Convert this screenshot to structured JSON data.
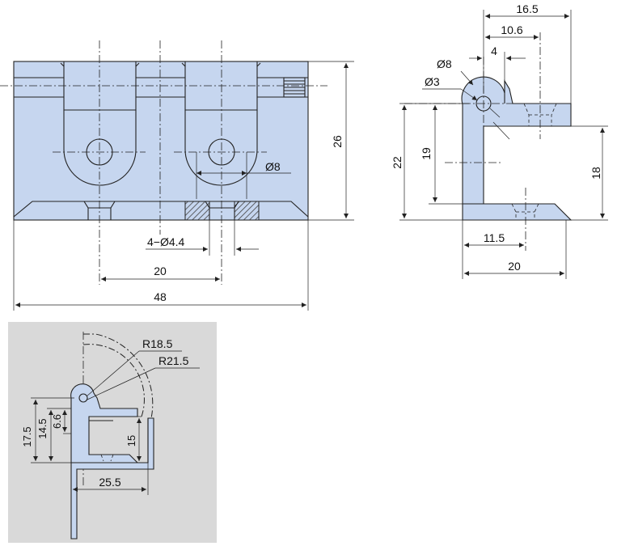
{
  "colors": {
    "part_fill": "#c6d6ef",
    "inset_background": "#d9d9d9",
    "hatch": "#555555",
    "line": "#222222"
  },
  "front_view": {
    "overall_width": "48",
    "height": "26",
    "hole_spacing": "20",
    "hole_diameter": "Ø8",
    "mounting_holes": "4−Ø4.4"
  },
  "side_view": {
    "top_offset": "16.5",
    "flange_offset": "10.6",
    "pin_offset": "4",
    "knuckle_diameter": "Ø8",
    "pin_diameter": "Ø3",
    "total_height": "22",
    "inner_height": "19",
    "flange_height": "18",
    "hole_position": "11.5",
    "base_length": "20"
  },
  "inset_view": {
    "radius_inner": "R18.5",
    "radius_outer": "R21.5",
    "height_outer": "17.5",
    "height_inner": "14.5",
    "small_offset": "6.6",
    "door_height": "15",
    "base_width": "25.5"
  }
}
